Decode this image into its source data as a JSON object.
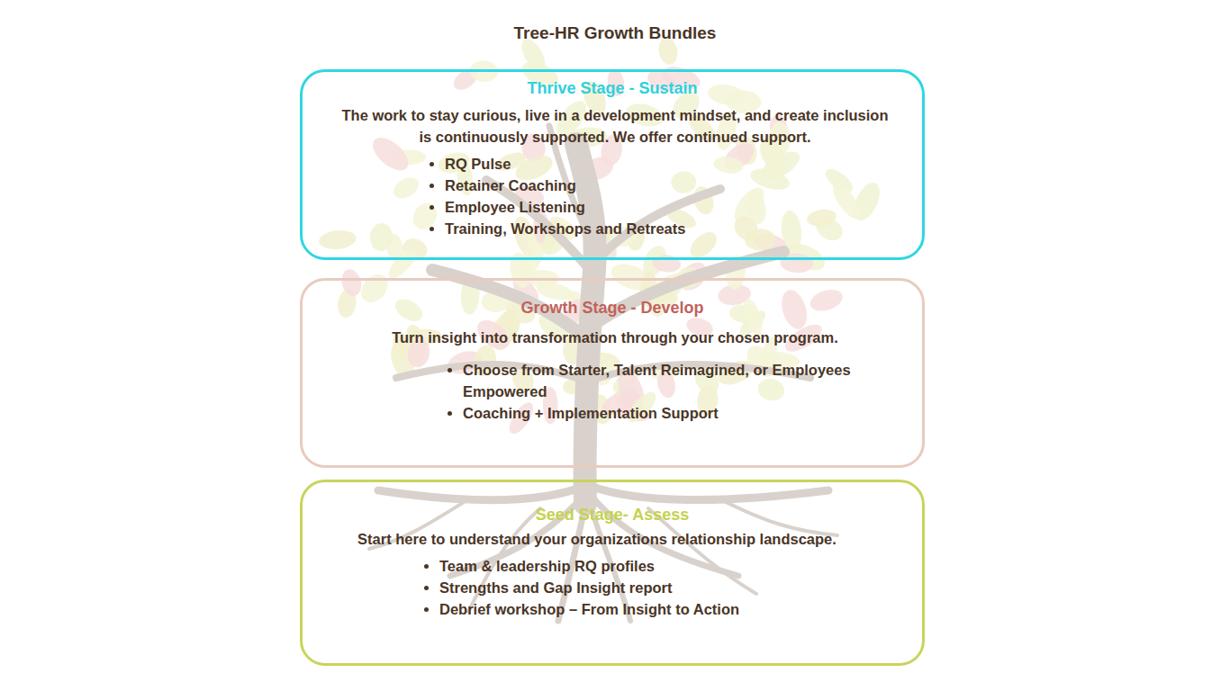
{
  "diagram": {
    "title": "Tree-HR Growth Bundles",
    "nodes": [
      {
        "text": [
          "Thrive Stage - Sustain",
          "The work to stay curious, live in a development mindset, and create inclusion is continuously supported.  We offer continued support.",
          "RQ Pulse",
          "Retainer Coaching",
          "Employee Listening",
          "Training, Workshops and Retreats"
        ]
      },
      {
        "text": [
          "Growth Stage - Develop",
          "Turn insight into transformation through your chosen program.",
          "Choose from Starter, Talent Reimagined, or Employees Empowered",
          "Coaching + Implementation Support"
        ]
      },
      {
        "text": [
          "Seed Stage- Assess",
          "Start here to understand your organizations relationship landscape.",
          "Team & leadership RQ profiles",
          "Strengths and Gap Insight report",
          "Debrief workshop – From Insight to Action"
        ]
      }
    ]
  }
}
